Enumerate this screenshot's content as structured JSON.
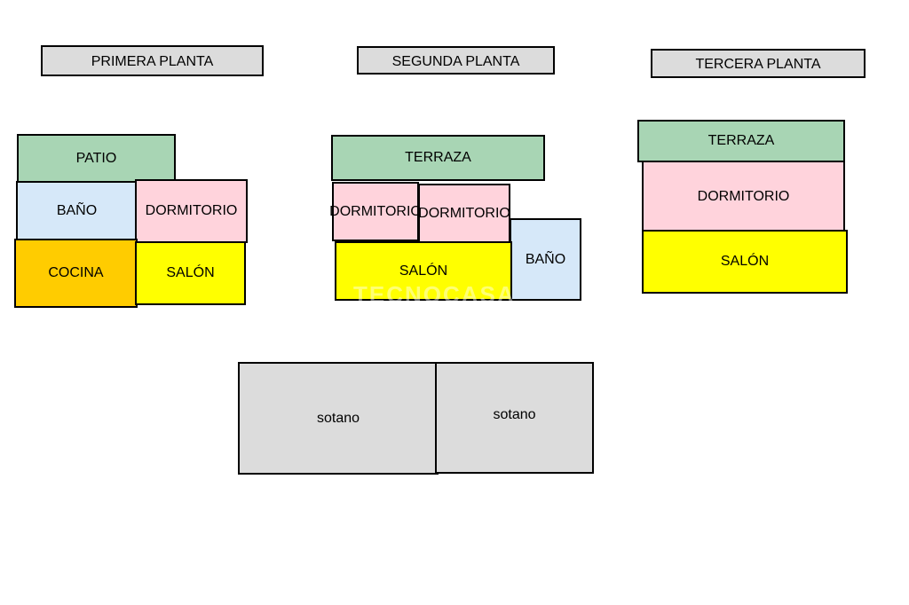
{
  "colors": {
    "patio_terraza": "#a8d5b4",
    "bano": "#d6e8f9",
    "dormitorio": "#ffd3dc",
    "cocina": "#ffcc00",
    "salon": "#ffff00",
    "sotano": "#dcdcdc",
    "header": "#dcdcdc"
  },
  "floors": {
    "primera": {
      "title": "PRIMERA PLANTA",
      "rooms": {
        "patio": "PATIO",
        "bano": "BAÑO",
        "dormitorio": "DORMITORIO",
        "cocina": "COCINA",
        "salon": "SALÓN"
      }
    },
    "segunda": {
      "title": "SEGUNDA PLANTA",
      "rooms": {
        "terraza": "TERRAZA",
        "dormitorio_1": "DORMITORIO",
        "dormitorio_2": "DORMITORIO",
        "salon": "SALÓN",
        "bano": "BAÑO"
      }
    },
    "tercera": {
      "title": "TERCERA PLANTA",
      "rooms": {
        "terraza": "TERRAZA",
        "dormitorio": "DORMITORIO",
        "salon": "SALÓN"
      }
    },
    "sotano": {
      "rooms": {
        "sotano_1": "sotano",
        "sotano_2": "sotano"
      }
    }
  },
  "watermark": "TECNOCASA"
}
